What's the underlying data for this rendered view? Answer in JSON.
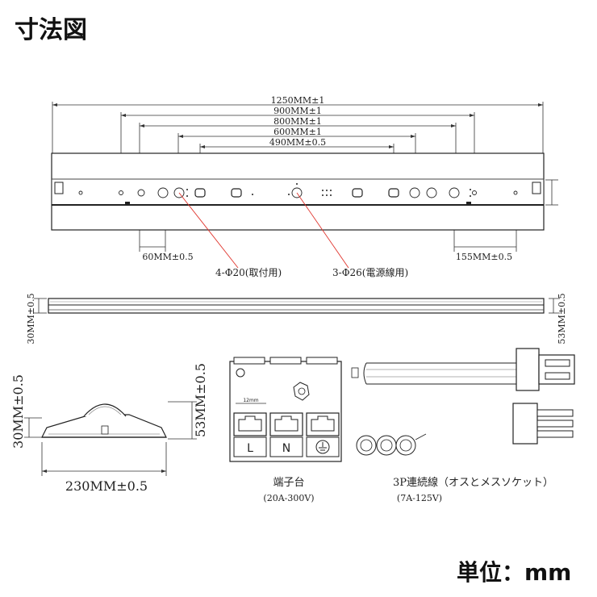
{
  "title": "寸法図",
  "unit_label": "単位：mm",
  "dimensions": {
    "d1250": "1250MM±1",
    "d900": "900MM±1",
    "d800": "800MM±1",
    "d600": "600MM±1",
    "d490": "490MM±0.5",
    "d60": "60MM±0.5",
    "d155": "155MM±0.5",
    "d30": "30MM±0.5",
    "d53": "53MM±0.5",
    "d230": "230MM±0.5"
  },
  "holes": {
    "mount": "4-Φ20(取付用)",
    "power": "3-Φ26(電源線用)"
  },
  "terminal_block": {
    "name": "端子台",
    "rating": "(20A-300V)",
    "slot_l": "L",
    "slot_n": "N",
    "inner_dim": "12mm"
  },
  "cable": {
    "name": "3P連続線（オスとメスソケット）",
    "rating": "(7A-125V)"
  },
  "colors": {
    "line": "#222222",
    "leader": "#e0342c"
  }
}
